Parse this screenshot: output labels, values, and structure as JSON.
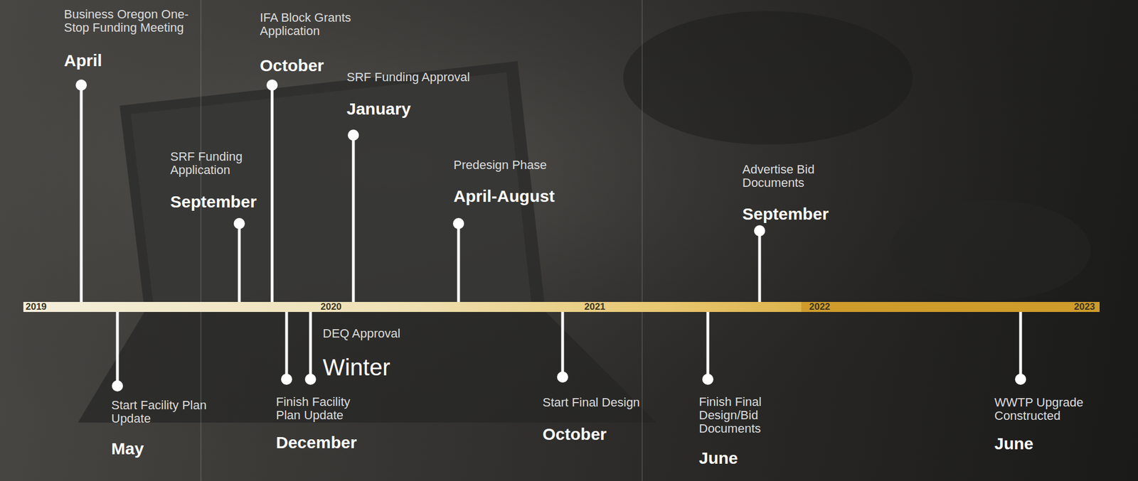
{
  "diagram": {
    "labels": [
      "Business Oregon One-Stop Funding Meeting",
      "April",
      "Start Facility Plan Update",
      "May",
      "SRF Funding Application",
      "September",
      "IFA Block Grants Application",
      "October",
      "Finish Facility Plan Update",
      "December",
      "DEQ Approval",
      "Winter",
      "SRF Funding Approval",
      "January",
      "Predesign Phase",
      "April-August",
      "Start Final Design",
      "October",
      "Finish Final Design/Bid Documents",
      "June",
      "Advertise Bid Documents",
      "September",
      "WWTP Upgrade Constructed",
      "June",
      "2019",
      "2020",
      "2021",
      "2022",
      "2023"
    ]
  }
}
